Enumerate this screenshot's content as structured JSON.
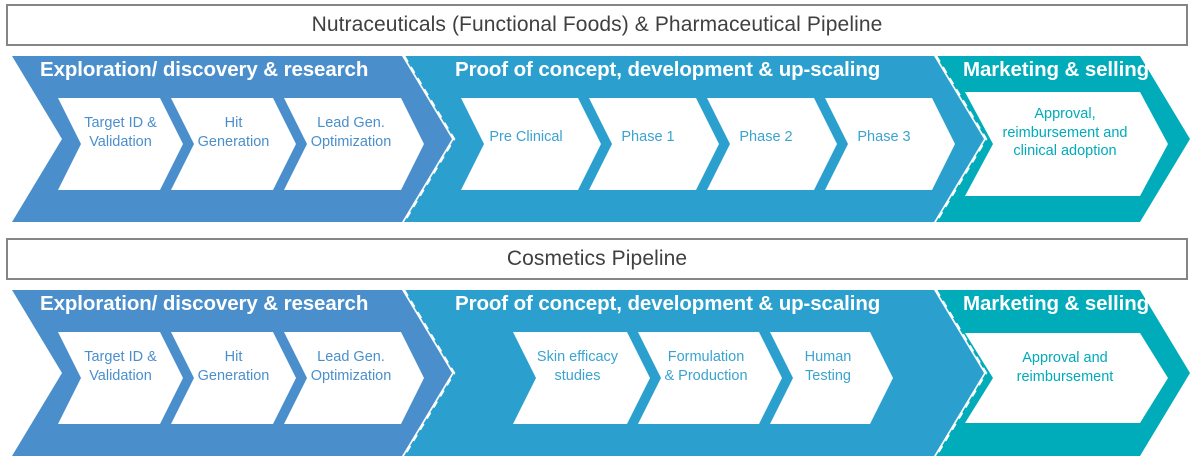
{
  "colors": {
    "stage_explore": "#4a8fcc",
    "stage_proof": "#2ba0ce",
    "stage_market": "#00abba",
    "title_border": "#858585",
    "title_text": "#404040",
    "chevron_fill": "#ffffff",
    "heading_text": "#ffffff"
  },
  "pipelines": [
    {
      "title": "Nutraceuticals (Functional Foods) & Pharmaceutical Pipeline",
      "stages": [
        {
          "name": "Exploration/ discovery & research",
          "color_key": "stage_explore",
          "steps": [
            "Target ID &\nValidation",
            "Hit\nGeneration",
            "Lead Gen.\nOptimization"
          ]
        },
        {
          "name": "Proof of concept, development & up-scaling",
          "color_key": "stage_proof",
          "steps": [
            "Pre Clinical",
            "Phase 1",
            "Phase 2",
            "Phase 3"
          ]
        },
        {
          "name": "Marketing & selling",
          "color_key": "stage_market",
          "steps": [
            "Approval,\nreimbursement and\nclinical adoption"
          ]
        }
      ]
    },
    {
      "title": "Cosmetics Pipeline",
      "stages": [
        {
          "name": "Exploration/ discovery & research",
          "color_key": "stage_explore",
          "steps": [
            "Target ID &\nValidation",
            "Hit\nGeneration",
            "Lead Gen.\nOptimization"
          ]
        },
        {
          "name": "Proof of concept, development & up-scaling",
          "color_key": "stage_proof",
          "steps": [
            "Skin efficacy\nstudies",
            "Formulation\n& Production",
            "Human\nTesting"
          ]
        },
        {
          "name": "Marketing & selling",
          "color_key": "stage_market",
          "steps": [
            "Approval and\nreimbursement"
          ]
        }
      ]
    }
  ]
}
